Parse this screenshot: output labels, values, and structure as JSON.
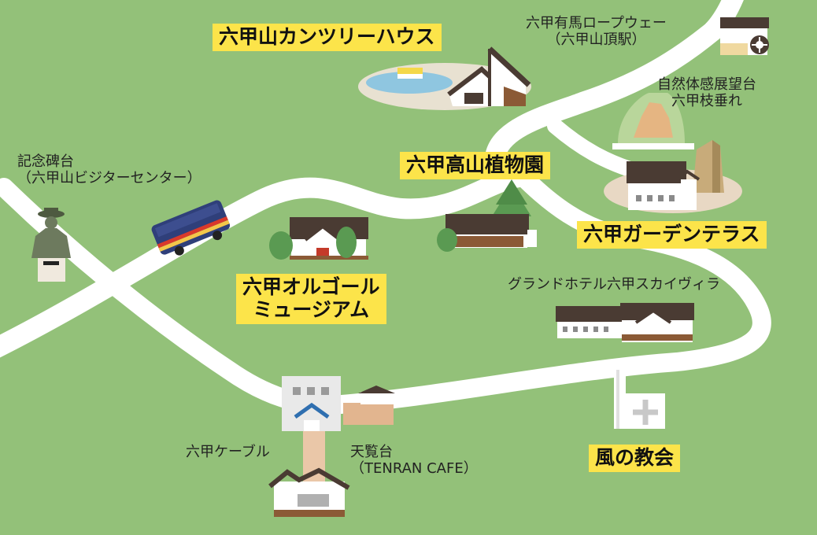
{
  "map": {
    "background_color": "#93c179",
    "road_color": "#ffffff",
    "highlight_color": "#fce44a",
    "labels": {
      "country_house": "六甲山カンツリーハウス",
      "ropeway_line1": "六甲有馬ロープウェー",
      "ropeway_line2": "（六甲山頂駅）",
      "shizentai_line1": "自然体感展望台",
      "shizentai_line2": "六甲枝垂れ",
      "kinenhi_line1": "記念碑台",
      "kinenhi_line2": "（六甲山ビジターセンター）",
      "alpine_garden": "六甲高山植物園",
      "garden_terrace": "六甲ガーデンテラス",
      "music_box_line1": "六甲オルゴール",
      "music_box_line2": "ミュージアム",
      "grand_hotel": "グランドホテル六甲スカイヴィラ",
      "cable": "六甲ケーブル",
      "tenrandai_line1": "天覧台",
      "tenrandai_line2": "（TENRAN CAFE）",
      "kaze_church": "風の教会"
    }
  }
}
